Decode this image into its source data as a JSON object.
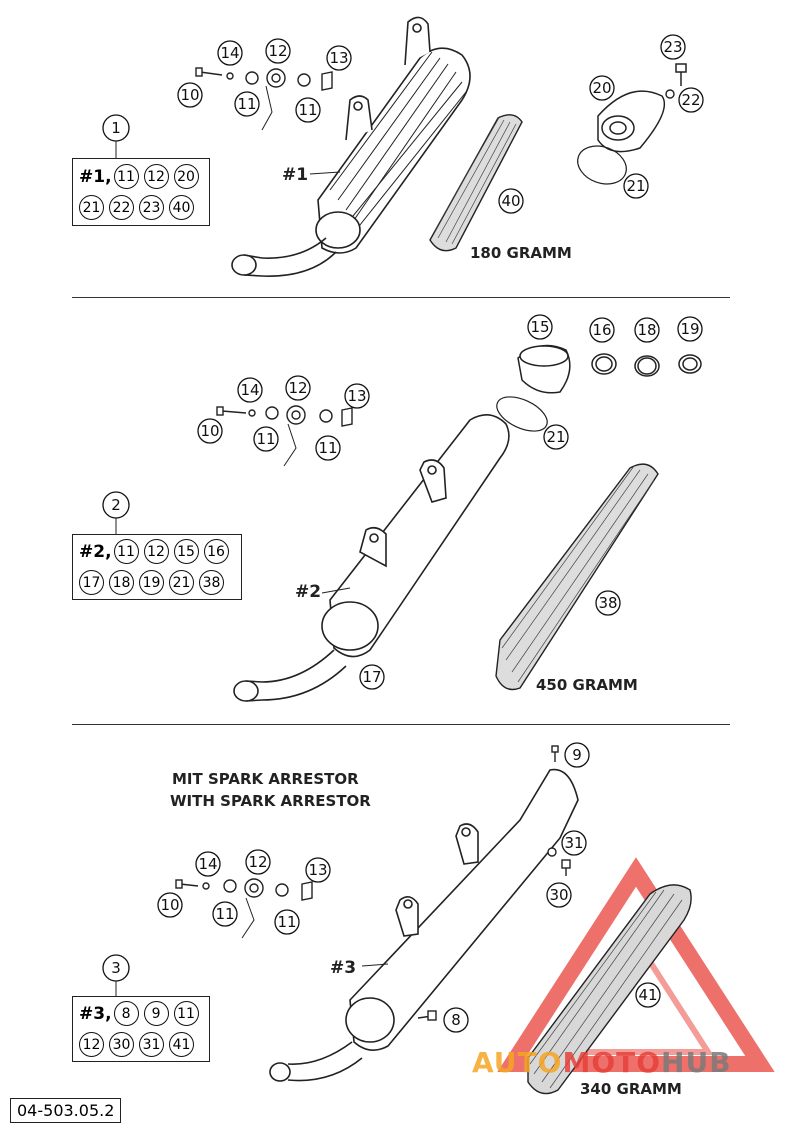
{
  "diagram_code": "04-503.05.2",
  "sections": [
    {
      "kit_number": "1",
      "kit_ref": "#1,",
      "kit_rows": [
        [
          "11",
          "12",
          "20"
        ],
        [
          "21",
          "22",
          "23",
          "40"
        ]
      ],
      "muffler_label": "#1",
      "packing_label": "180 GRAMM",
      "callouts": [
        "14",
        "12",
        "13",
        "10",
        "11",
        "11",
        "23",
        "20",
        "22",
        "21",
        "40"
      ]
    },
    {
      "kit_number": "2",
      "kit_ref": "#2,",
      "kit_rows": [
        [
          "11",
          "12",
          "15",
          "16"
        ],
        [
          "17",
          "18",
          "19",
          "21",
          "38"
        ]
      ],
      "muffler_label": "#2",
      "packing_label": "450 GRAMM",
      "callouts": [
        "15",
        "16",
        "18",
        "19",
        "14",
        "12",
        "13",
        "10",
        "11",
        "11",
        "21",
        "38",
        "17"
      ]
    },
    {
      "kit_number": "3",
      "kit_ref": "#3,",
      "kit_rows": [
        [
          "8",
          "9",
          "11"
        ],
        [
          "12",
          "30",
          "31",
          "41"
        ]
      ],
      "muffler_label": "#3",
      "packing_label": "340 GRAMM",
      "heading_lines": [
        "MIT SPARK ARRESTOR",
        "WITH SPARK ARRESTOR"
      ],
      "callouts": [
        "9",
        "31",
        "30",
        "14",
        "12",
        "13",
        "10",
        "11",
        "11",
        "8",
        "41"
      ]
    }
  ],
  "watermark": {
    "part1": "AUTO",
    "part2": "MOTO",
    "part3": "HUB",
    "color_orange": "#f5a623",
    "color_red": "#e8413a",
    "color_grey": "#7a7a7a"
  }
}
